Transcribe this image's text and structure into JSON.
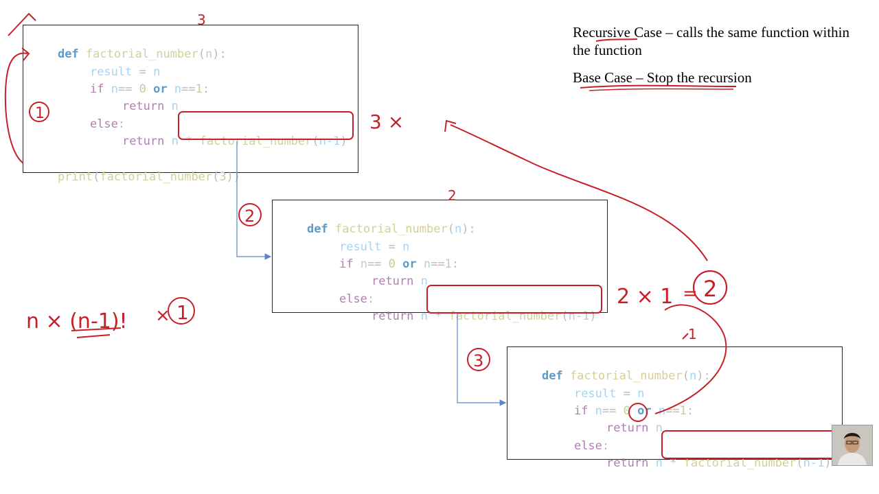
{
  "colors": {
    "ink": "#c81e28",
    "connector": "#5a86c8",
    "keyword_def": "#5a9bc8",
    "function_name": "#d4cf9a",
    "variable": "#a8d3ef",
    "keyword": "#b07fb0",
    "number": "#b8d4a0"
  },
  "code": {
    "def_kw": "def",
    "func_name": "factorial_number",
    "param": "n",
    "colon": ":",
    "result_var": "result",
    "assign": "=",
    "if_kw": "if",
    "eq": "==",
    "zero": "0",
    "or_kw": "or",
    "one": "1",
    "return_kw": "return",
    "else_kw": "else",
    "star": "*",
    "minus_one": "-1",
    "print_fn": "print",
    "print_arg": "3",
    "open_paren": "(",
    "close_paren": ")"
  },
  "notes": {
    "line1_word": "Recursive",
    "line1_rest": " Case – calls the same function within the function",
    "line2_word": "Base Case",
    "line2_rest": " – Stop the recursion"
  },
  "annotations": {
    "box1_top": "3",
    "box2_top": "2",
    "step1": "1",
    "step2": "2",
    "step3": "3",
    "three_times": "3 ×",
    "two_times_one": "2 × 1",
    "equals": "=",
    "result_two": "2",
    "base_return": "1",
    "formula": "n × (n-1)!",
    "times": "×",
    "circled_one": "1"
  }
}
